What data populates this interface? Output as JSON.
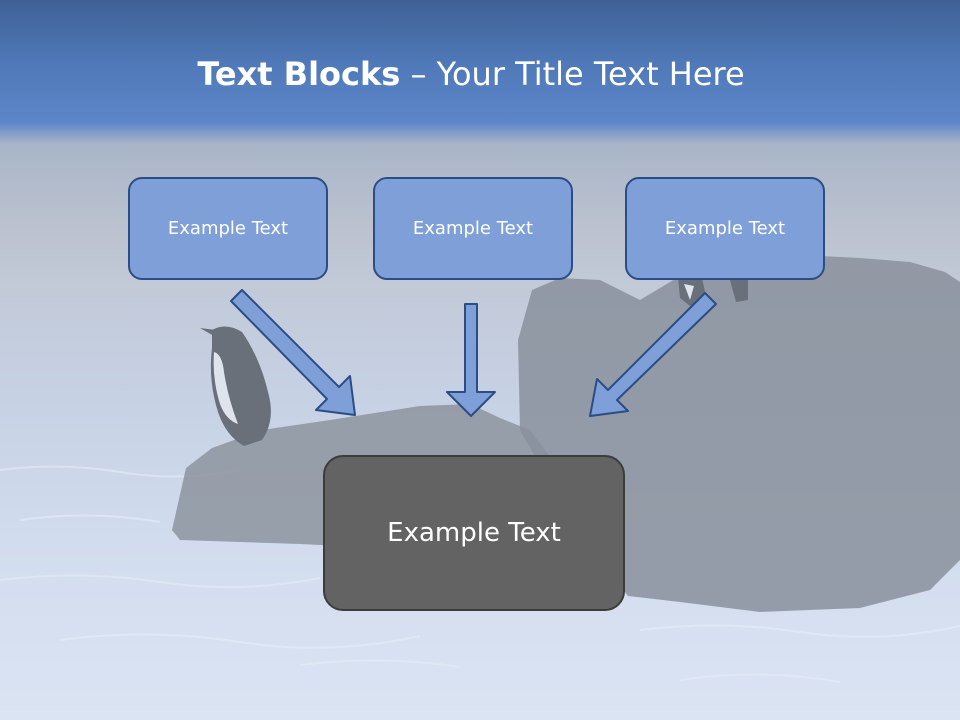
{
  "title": {
    "bold": "Text Blocks",
    "dash": " – ",
    "rest": "Your Title Text Here"
  },
  "blocks": {
    "left": "Example Text",
    "center": "Example Text",
    "right": "Example Text",
    "main": "Example Text"
  },
  "colors": {
    "block_fill": "#7f9fd8",
    "block_border": "#2c4c84",
    "main_fill": "#636363",
    "arrow_fill": "#7f9fd8",
    "title_text": "#ffffff"
  }
}
